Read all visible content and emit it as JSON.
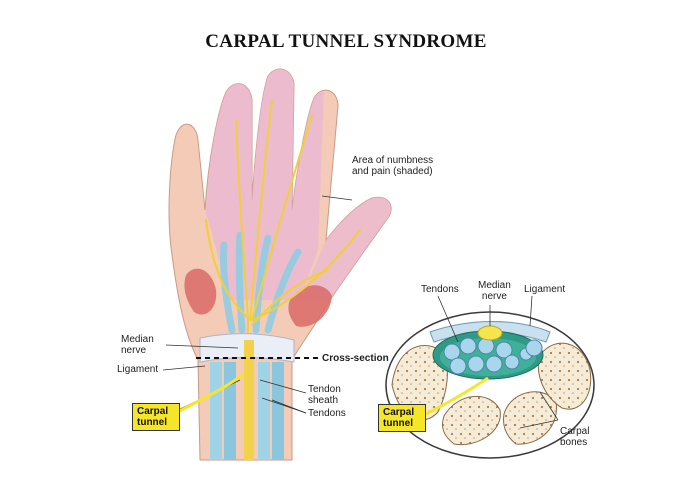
{
  "title": "CARPAL TUNNEL SYNDROME",
  "labels": {
    "numbness_line1": "Area of numbness",
    "numbness_line2": "and pain (shaded)",
    "median_nerve_line1": "Median",
    "median_nerve_line2": "nerve",
    "ligament": "Ligament",
    "cross_section": "Cross-section",
    "tendon_sheath_line1": "Tendon",
    "tendon_sheath_line2": "sheath",
    "tendons": "Tendons",
    "carpal_tunnel_line1": "Carpal",
    "carpal_tunnel_line2": "tunnel",
    "cs_tendons": "Tendons",
    "cs_median_line1": "Median",
    "cs_median_line2": "nerve",
    "cs_ligament": "Ligament",
    "cs_carpal_tunnel_line1": "Carpal",
    "cs_carpal_tunnel_line2": "tunnel",
    "cs_carpal_bones_line1": "Carpal",
    "cs_carpal_bones_line2": "bones"
  },
  "colors": {
    "skin": "#f3c9b4",
    "numb_shade": "#e8b6d4",
    "nerve": "#f2d24a",
    "tendon": "#9fd3e6",
    "muscle": "#d9635f",
    "bone": "#f4ead6",
    "tag_fill": "#f5e62a"
  }
}
